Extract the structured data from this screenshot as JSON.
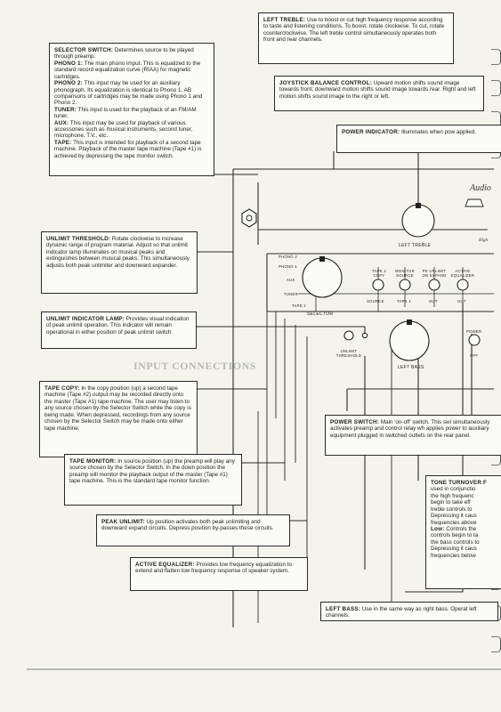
{
  "callouts": {
    "selector": {
      "title": "SELECTOR SWITCH:",
      "intro": "Determines source to be played through preamp.",
      "phono1_title": "PHONO 1:",
      "phono1": "The main phono imput. This is equalized to the standard record equalization curve (RIAA) for magnetic cartridges.",
      "phono2_title": "PHONO 2:",
      "phono2": "This input may be used for an auxiliary phonograph. Its equalization is identical to Phono 1. AB comparisons of cartridges may be made using Phono 1 and Phono 2.",
      "tuner_title": "TUNER:",
      "tuner": "This input is used for the playback of an FM/AM tuner.",
      "aux_title": "AUX:",
      "aux": "This input may be used for playback of various accessories such as musical instruments, second tuner, microphone, T.V., etc.",
      "tape_title": "TAPE:",
      "tape": "This input is intended for playback of a second tape machine. Playback of the master tape machine (Tape #1) is achieved by depressing the tape monitor switch."
    },
    "left_treble": {
      "title": "LEFT TREBLE:",
      "text": "Use to boost or cut high frequency response according to taste and listening conditions. To boost, rotate clockwise. To cut, rotate counterclockwise. The left treble control simultaneously operates both front and rear channels."
    },
    "joystick": {
      "title": "JOYSTICK BALANCE CONTROL:",
      "text": "Upward motion shifts sound image towards front; downward motion shifts sound image towards rear. Right and left motion shifts sound image to the right or left."
    },
    "power_indicator": {
      "title": "POWER INDICATOR:",
      "text": "Illuminates when pow applied."
    },
    "unlimit_threshold": {
      "title": "UNLIMIT THRESHOLD:",
      "text": "Rotate clockwise to increase dynamic range of program material. Adjust so that unlimit indicator lamp illuminates on musical peaks and extinguishes between musical peaks. This simultaneously adjusts both peak unlimiter and downward expander."
    },
    "unlimit_lamp": {
      "title": "UNLIMIT INDICATOR LAMP:",
      "text": "Provides visual indication of peak unlimit operation. This indicator will remain operational in either position of peak unlimit switch."
    },
    "tape_copy": {
      "title": "TAPE COPY:",
      "text": "In the copy position (up) a second tape machine (Tape #2) output may be recorded directly onto the master (Tape #1) tape machine. The user may listen to any source chosen by the Selector Switch while the copy is being made. When depressed, recordings from any source chosen by the Selector Switch may be made onto either tape machine."
    },
    "tape_monitor": {
      "title": "TAPE MONITOR:",
      "text": "In source position (up) the preamp will play any source chosen by the Selector Switch. In the down position the preamp will monitor the playback output of the master (Tape #1) tape machine. This is the standard tape monitor function."
    },
    "power_switch": {
      "title": "POWER SWITCH:",
      "text": "Main 'on-off' switch. This swi simultaneously activates preamp and control relay wh applies power to auxiliary equipment plugged in switched outlets on the rear panel."
    },
    "tone_turnover": {
      "title": "TONE TURNOVER F",
      "lines": [
        "used in conjunctio",
        "the high frequenc",
        "begin to take eff",
        "treble controls to",
        "Depressing it caus",
        "frequencies above"
      ],
      "low_title": "Low:",
      "low_lines": [
        "Controls the",
        "controls begin to ta",
        "the bass controls to",
        "Depressing it caus",
        "frequencies below"
      ]
    },
    "peak_unlimit": {
      "title": "PEAK UNLIMIT:",
      "text": "Up position activates both peak unlimiting and downward expand circuits. Depress position by-passes these circuits."
    },
    "active_eq": {
      "title": "ACTIVE EQUALIZER:",
      "text": "Provides low frequency equalization to extend and flatten low frequency response of speaker system."
    },
    "left_bass": {
      "title": "LEFT BASS:",
      "text": "Use in the same way as right bass. Operat left channels."
    }
  },
  "panel_labels": {
    "left_treble": "LEFT TREBLE",
    "left_bass": "LEFT BASS",
    "selector": "SELECTOR",
    "phono2": "PHONO 2",
    "phono1": "PHONO 1",
    "aux": "AUX",
    "tuner": "TUNER",
    "tape2": "TAPE 2",
    "tape_copy": "TAPE 2 COPY",
    "monitor_source": "MONITOR SOURCE",
    "peak_unlimit": "PK UNLIMIT ON EXPAND",
    "active_eq": "ACTIVE EQUALIZER",
    "source": "SOURCE",
    "tape1": "TAPE 1",
    "out1": "OUT",
    "out2": "OUT",
    "unlimit_threshold": "UNLIMIT THRESHOLD",
    "power": "POWER",
    "off": "OFF"
  },
  "brand_text": "Audio",
  "brand_sub": "High",
  "ghost_text": {
    "input_connections": "INPUT CONNECTIONS"
  }
}
